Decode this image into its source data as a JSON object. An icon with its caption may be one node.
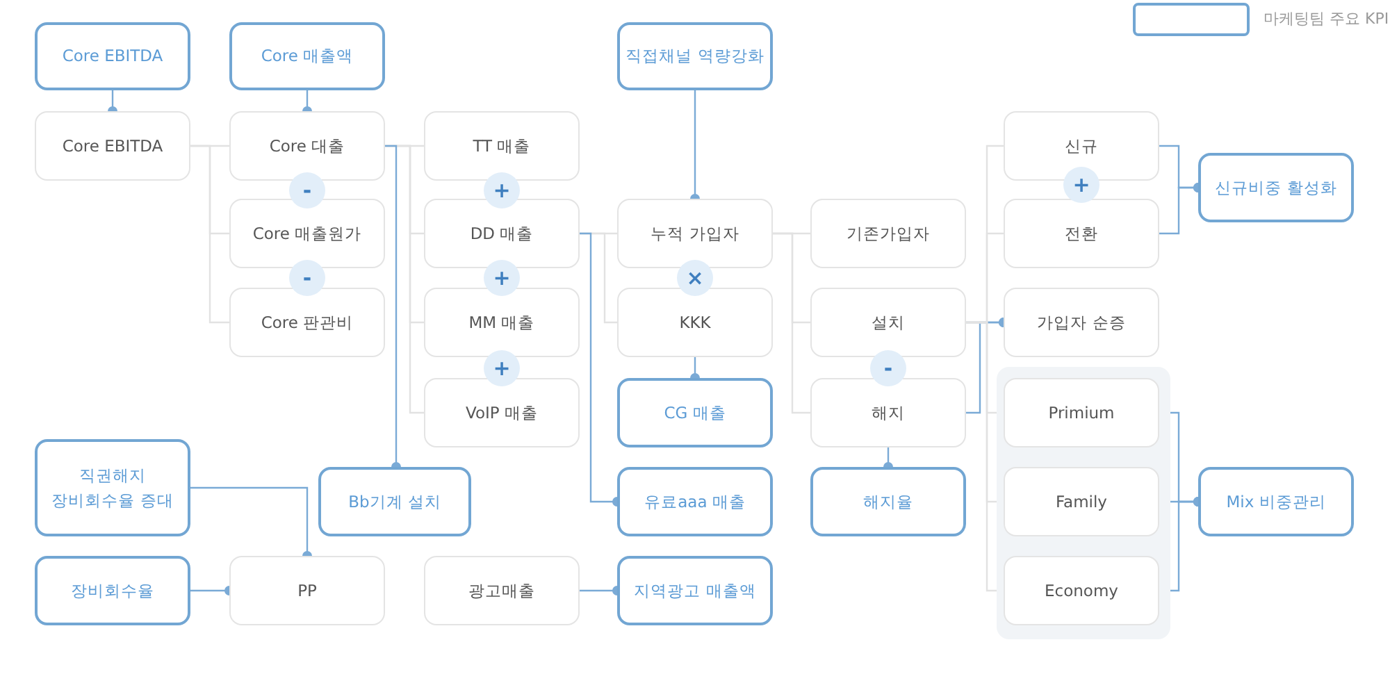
{
  "diagram": {
    "nodes": [
      {
        "text": [
          "Core EBITDA"
        ]
      },
      {
        "text": [
          "Core 매출액"
        ]
      },
      {
        "text": [
          "직접채널 역량강화"
        ]
      },
      {
        "text": [
          "Core EBITDA"
        ]
      },
      {
        "text": [
          "Core 대출"
        ]
      },
      {
        "text": [
          "Core 매출원가"
        ]
      },
      {
        "text": [
          "Core 판관비"
        ]
      },
      {
        "text": [
          "TT 매출"
        ]
      },
      {
        "text": [
          "DD 매출"
        ]
      },
      {
        "text": [
          "MM 매출"
        ]
      },
      {
        "text": [
          "VoIP 매출"
        ]
      },
      {
        "text": [
          "누적 가입자"
        ]
      },
      {
        "text": [
          "KKK"
        ]
      },
      {
        "text": [
          "CG 매출"
        ]
      },
      {
        "text": [
          "기존가입자"
        ]
      },
      {
        "text": [
          "설치"
        ]
      },
      {
        "text": [
          "해지"
        ]
      },
      {
        "text": [
          "해지율"
        ]
      },
      {
        "text": [
          "신규"
        ]
      },
      {
        "text": [
          "전환"
        ]
      },
      {
        "text": [
          "신규비중 활성화"
        ]
      },
      {
        "text": [
          "가입자 순증"
        ]
      },
      {
        "text": [],
        "shape": "box"
      },
      {
        "text": [
          "Primium"
        ],
        "in": 22
      },
      {
        "text": [
          "Family"
        ],
        "in": 22
      },
      {
        "text": [
          "Economy"
        ],
        "in": 22
      },
      {
        "text": [
          "Mix 비중관리"
        ]
      },
      {
        "text": [
          "직권해지 장비회수율 증대"
        ]
      },
      {
        "text": [
          "Bb기계 설치"
        ]
      },
      {
        "text": [
          "장비회수율"
        ]
      },
      {
        "text": [
          "PP"
        ]
      },
      {
        "text": [
          "광고매출"
        ]
      },
      {
        "text": [
          "유료aaa 매출"
        ]
      },
      {
        "text": [
          "지역광고 매출액"
        ]
      }
    ],
    "edges": [
      {
        "from": 0,
        "to": 3,
        "arrow": "other",
        "color": "#7aaad6"
      },
      {
        "from": 1,
        "to": 4,
        "arrow": "other",
        "color": "#7aaad6"
      },
      {
        "from": 2,
        "to": 11,
        "arrow": "other",
        "color": "#7aaad6"
      },
      {
        "from": 3,
        "to": 4,
        "arrow": "none",
        "color": "#e2e2e2"
      },
      {
        "from": 3,
        "to": 5,
        "arrow": "none",
        "color": "#e2e2e2"
      },
      {
        "from": 3,
        "to": 6,
        "arrow": "none",
        "color": "#e2e2e2"
      },
      {
        "from": 4,
        "to": 7,
        "arrow": "none",
        "color": "#e2e2e2"
      },
      {
        "from": 4,
        "to": 8,
        "arrow": "none",
        "color": "#e2e2e2"
      },
      {
        "from": 4,
        "to": 9,
        "arrow": "none",
        "color": "#e2e2e2"
      },
      {
        "from": 4,
        "to": 10,
        "arrow": "none",
        "color": "#e2e2e2"
      },
      {
        "from": 4,
        "to": 28,
        "arrow": "other",
        "color": "#7aaad6"
      },
      {
        "from": 8,
        "to": 11,
        "arrow": "none",
        "color": "#e2e2e2"
      },
      {
        "from": 8,
        "to": 12,
        "arrow": "none",
        "color": "#e2e2e2"
      },
      {
        "from": 8,
        "to": 32,
        "arrow": "other",
        "color": "#7aaad6"
      },
      {
        "from": 12,
        "to": 13,
        "arrow": "other",
        "color": "#7aaad6"
      },
      {
        "from": 11,
        "to": 14,
        "arrow": "none",
        "color": "#e2e2e2"
      },
      {
        "from": 11,
        "to": 15,
        "arrow": "none",
        "color": "#e2e2e2"
      },
      {
        "from": 11,
        "to": 16,
        "arrow": "none",
        "color": "#e2e2e2"
      },
      {
        "from": 16,
        "to": 17,
        "arrow": "other",
        "color": "#7aaad6"
      },
      {
        "from": 15,
        "to": 21,
        "arrow": "other",
        "color": "#7aaad6"
      },
      {
        "from": 16,
        "to": 21,
        "arrow": "other",
        "color": "#7aaad6"
      },
      {
        "from": 15,
        "to": 18,
        "arrow": "none",
        "color": "#e2e2e2"
      },
      {
        "from": 15,
        "to": 19,
        "arrow": "none",
        "color": "#e2e2e2"
      },
      {
        "from": 15,
        "to": 23,
        "arrow": "none",
        "color": "#e2e2e2"
      },
      {
        "from": 15,
        "to": 24,
        "arrow": "none",
        "color": "#e2e2e2"
      },
      {
        "from": 15,
        "to": 25,
        "arrow": "none",
        "color": "#e2e2e2"
      },
      {
        "from": 18,
        "to": 20,
        "arrow": "other",
        "color": "#7aaad6"
      },
      {
        "from": 19,
        "to": 20,
        "arrow": "other",
        "color": "#7aaad6"
      },
      {
        "from": 23,
        "to": 26,
        "arrow": "other",
        "color": "#7aaad6"
      },
      {
        "from": 24,
        "to": 26,
        "arrow": "other",
        "color": "#7aaad6"
      },
      {
        "from": 25,
        "to": 26,
        "arrow": "other",
        "color": "#7aaad6"
      },
      {
        "from": 27,
        "to": 30,
        "arrow": "other",
        "color": "#7aaad6"
      },
      {
        "from": 29,
        "to": 30,
        "arrow": "other",
        "color": "#7aaad6"
      },
      {
        "from": 31,
        "to": 33,
        "arrow": "other",
        "color": "#7aaad6"
      }
    ],
    "labels": [
      "-",
      "+",
      "+",
      "-",
      "+",
      "×",
      "+",
      "-"
    ],
    "legend": [
      {
        "text": "마케팅팀 주요 KPI"
      }
    ]
  }
}
